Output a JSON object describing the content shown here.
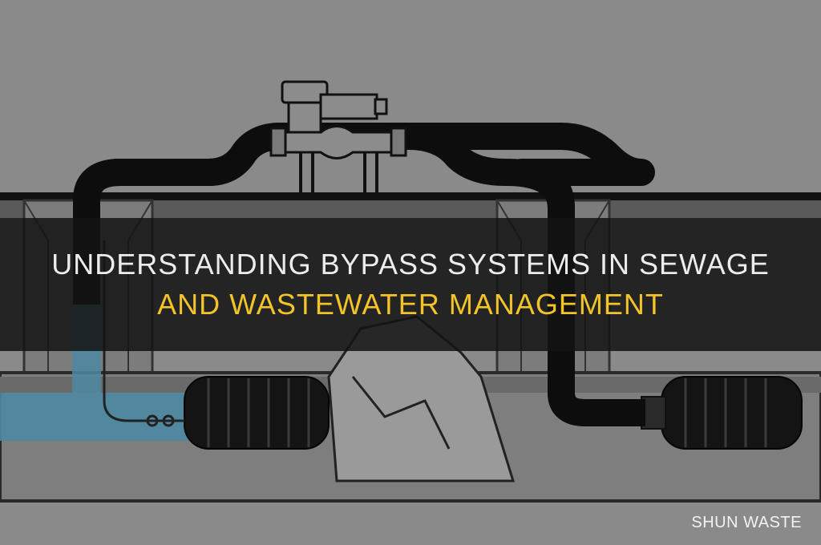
{
  "colors": {
    "background": "#8a8a8a",
    "title_primary": "#ececec",
    "title_accent": "#f2c428",
    "water": "#4e8aa3",
    "hose": "#0d0d0d"
  },
  "title": {
    "line1": "UNDERSTANDING BYPASS SYSTEMS IN SEWAGE",
    "line2": "AND WASTEWATER MANAGEMENT"
  },
  "brand": "SHUN WASTE",
  "icons": [
    "bypass-pump-illustration"
  ]
}
